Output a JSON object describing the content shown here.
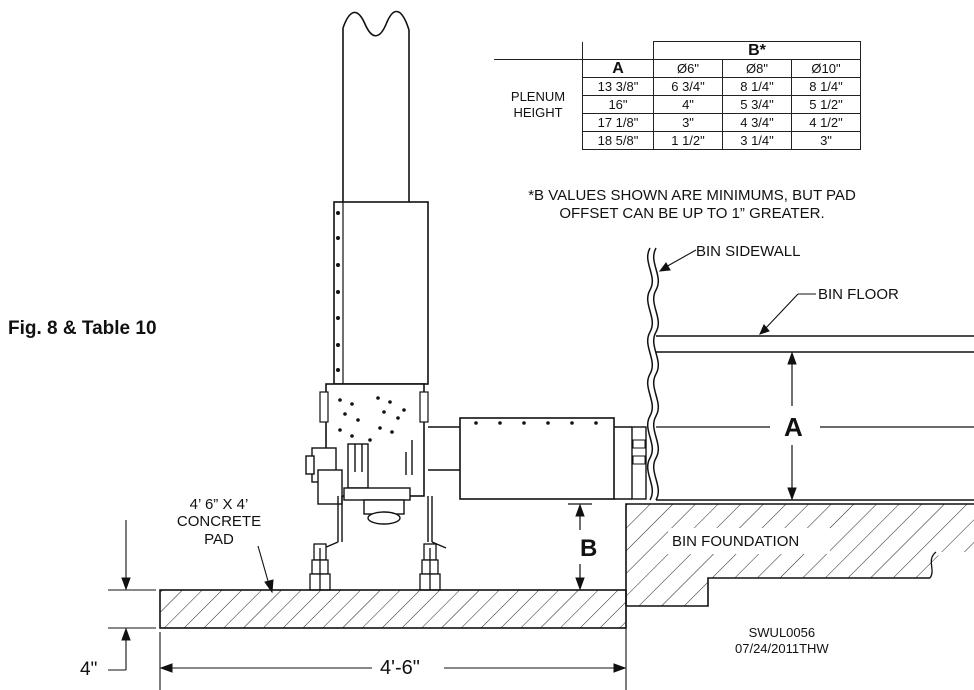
{
  "figure_title": "Fig. 8 & Table 10",
  "table": {
    "header_b": "B*",
    "header_a": "A",
    "b_columns": [
      "Ø6\"",
      "Ø8\"",
      "Ø10\""
    ],
    "row_label_line1": "PLENUM",
    "row_label_line2": "HEIGHT",
    "rows": [
      {
        "a": "13 3/8\"",
        "b6": "6 3/4\"",
        "b8": "8 1/4\"",
        "b10": "8 1/4\""
      },
      {
        "a": "16\"",
        "b6": "4\"",
        "b8": "5 3/4\"",
        "b10": "5 1/2\""
      },
      {
        "a": "17 1/8\"",
        "b6": "3\"",
        "b8": "4 3/4\"",
        "b10": "4 1/2\""
      },
      {
        "a": "18 5/8\"",
        "b6": "1 1/2\"",
        "b8": "3 1/4\"",
        "b10": "3\""
      }
    ]
  },
  "note_line1": "*B VALUES SHOWN ARE MINIMUMS, BUT PAD",
  "note_line2": "OFFSET CAN BE UP TO 1” GREATER.",
  "labels": {
    "bin_sidewall": "BIN SIDEWALL",
    "bin_floor": "BIN FLOOR",
    "bin_foundation": "BIN FOUNDATION",
    "pad_line1": "4’ 6” X 4’",
    "pad_line2": "CONCRETE",
    "pad_line3": "PAD",
    "dim_a": "A",
    "dim_b": "B",
    "dim_4in": "4\"",
    "dim_4ft6": "4'-6\""
  },
  "drawing_id": {
    "code": "SWUL0056",
    "date": "07/24/2011THW"
  }
}
